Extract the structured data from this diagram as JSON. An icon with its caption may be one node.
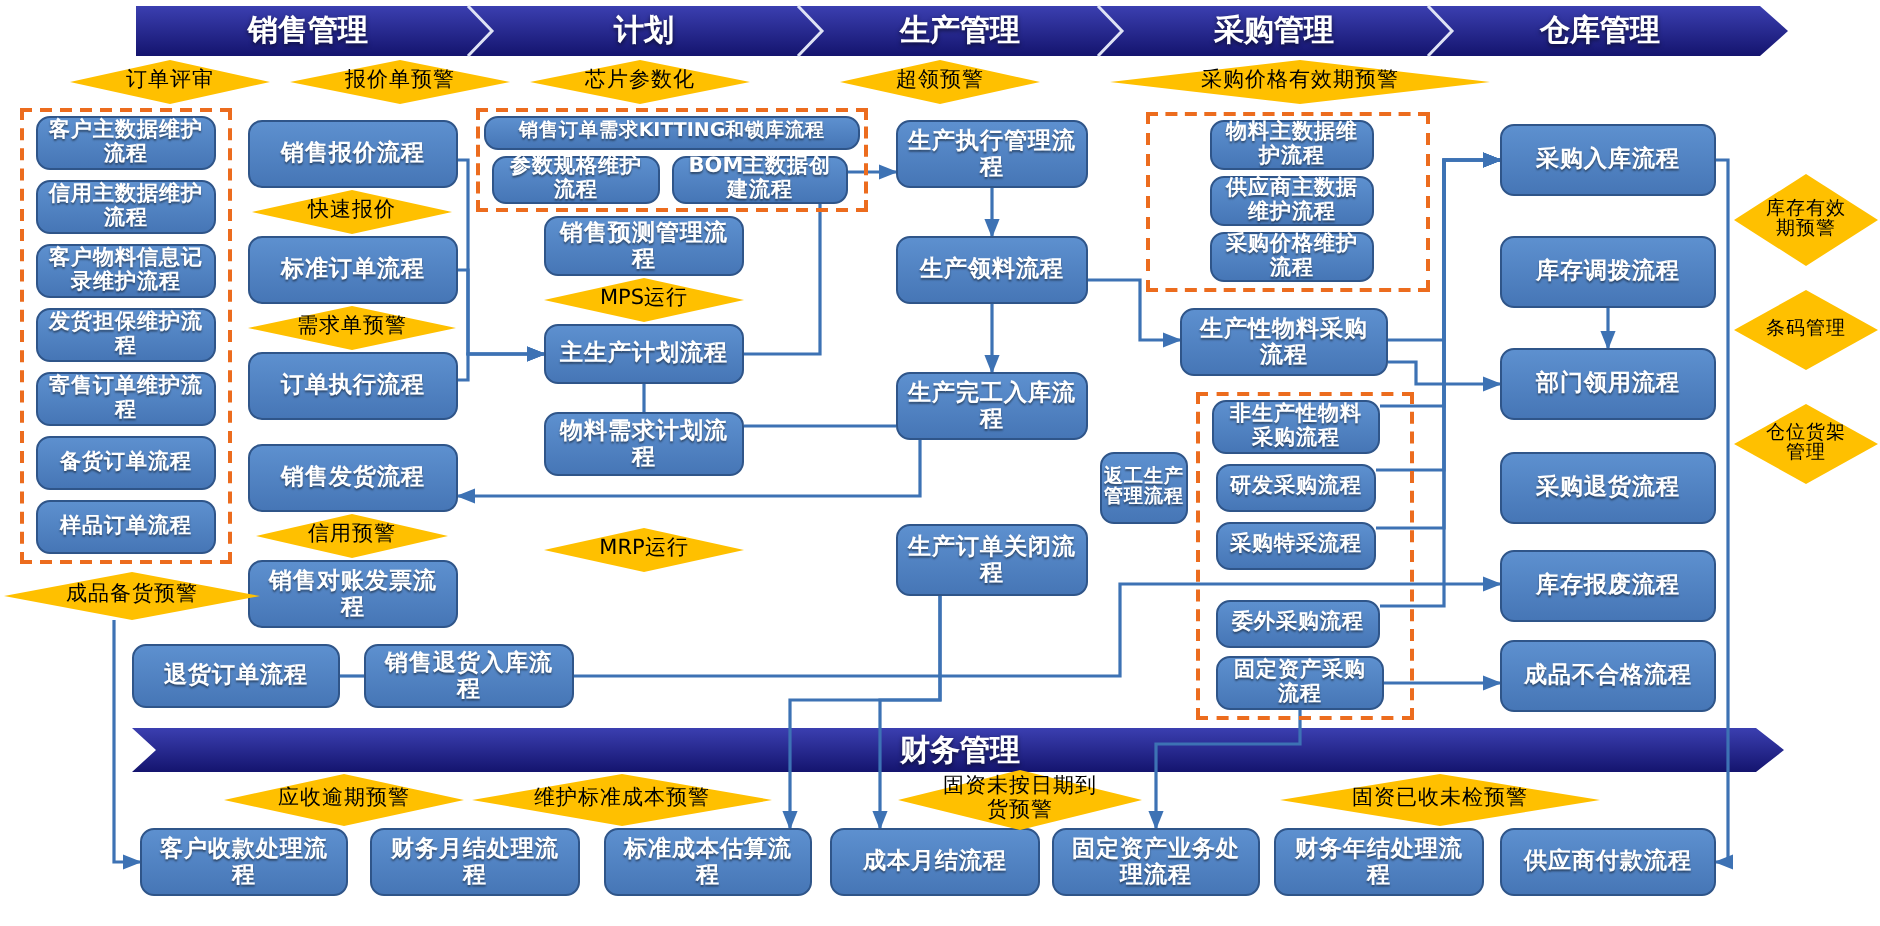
{
  "diagram": {
    "nodes": [
      {
        "text": [
          "销售管理"
        ]
      },
      {
        "text": [
          "计划"
        ]
      },
      {
        "text": [
          "生产管理"
        ]
      },
      {
        "text": [
          "采购管理"
        ]
      },
      {
        "text": [
          "仓库管理"
        ]
      },
      {
        "text": [],
        "shape": "box"
      },
      {
        "text": [
          "客户主数据维护流程"
        ],
        "in": 5
      },
      {
        "text": [
          "信用主数据维护流程"
        ],
        "in": 5
      },
      {
        "text": [
          "客户物料信息记录维护流程"
        ],
        "in": 5
      },
      {
        "text": [
          "发货担保维护流程"
        ],
        "in": 5
      },
      {
        "text": [
          "寄售订单维护流程"
        ],
        "in": 5
      },
      {
        "text": [
          "备货订单流程"
        ],
        "in": 5
      },
      {
        "text": [
          "样品订单流程"
        ],
        "in": 5
      },
      {
        "text": [],
        "shape": "box"
      },
      {
        "text": [
          "销售订单需求KITTING和锁库流程"
        ],
        "in": 13
      },
      {
        "text": [
          "参数规格维护流程"
        ],
        "in": 13
      },
      {
        "text": [
          "BOM主数据创建流程"
        ],
        "in": 13
      },
      {
        "text": [
          "销售报价流程"
        ]
      },
      {
        "text": [
          "标准订单流程"
        ]
      },
      {
        "text": [
          "订单执行流程"
        ]
      },
      {
        "text": [
          "销售发货流程"
        ]
      },
      {
        "text": [
          "销售对账发票流程"
        ]
      },
      {
        "text": [
          "退货订单流程"
        ]
      },
      {
        "text": [
          "销售退货入库流程"
        ]
      },
      {
        "text": [
          "销售预测管理流程"
        ]
      },
      {
        "text": [
          "主生产计划流程"
        ]
      },
      {
        "text": [
          "物料需求计划流程"
        ]
      },
      {
        "text": [
          "生产执行管理流程"
        ]
      },
      {
        "text": [
          "生产领料流程"
        ]
      },
      {
        "text": [
          "生产完工入库流程"
        ]
      },
      {
        "text": [
          "返工生产管理流程"
        ]
      },
      {
        "text": [
          "生产订单关闭流程"
        ]
      },
      {
        "text": [],
        "shape": "box"
      },
      {
        "text": [
          "物料主数据维护流程"
        ],
        "in": 32
      },
      {
        "text": [
          "供应商主数据维护流程"
        ],
        "in": 32
      },
      {
        "text": [
          "采购价格维护流程"
        ],
        "in": 32
      },
      {
        "text": [
          "生产性物料采购流程"
        ]
      },
      {
        "text": [],
        "shape": "box"
      },
      {
        "text": [
          "非生产性物料采购流程"
        ],
        "in": 37
      },
      {
        "text": [
          "研发采购流程"
        ],
        "in": 37
      },
      {
        "text": [
          "采购特采流程"
        ],
        "in": 37
      },
      {
        "text": [
          "委外采购流程"
        ],
        "in": 37
      },
      {
        "text": [
          "固定资产采购流程"
        ],
        "in": 37
      },
      {
        "text": [
          "采购入库流程"
        ]
      },
      {
        "text": [
          "库存调拨流程"
        ]
      },
      {
        "text": [
          "部门领用流程"
        ]
      },
      {
        "text": [
          "采购退货流程"
        ]
      },
      {
        "text": [
          "库存报废流程"
        ]
      },
      {
        "text": [
          "成品不合格流程"
        ]
      },
      {
        "text": [
          "财务管理"
        ]
      },
      {
        "text": [
          "客户收款处理流程"
        ]
      },
      {
        "text": [
          "财务月结处理流程"
        ]
      },
      {
        "text": [
          "标准成本估算流程"
        ]
      },
      {
        "text": [
          "成本月结流程"
        ]
      },
      {
        "text": [
          "固定资产业务处理流程"
        ]
      },
      {
        "text": [
          "财务年结处理流程"
        ]
      },
      {
        "text": [
          "供应商付款流程"
        ]
      },
      {
        "text": [
          "订单评审"
        ]
      },
      {
        "text": [
          "报价单预警"
        ]
      },
      {
        "text": [
          "快速报价"
        ]
      },
      {
        "text": [
          "需求单预警"
        ]
      },
      {
        "text": [
          "芯片参数化"
        ]
      },
      {
        "text": [
          "采购价格有效期预警"
        ]
      },
      {
        "text": [
          "条码管理"
        ]
      },
      {
        "text": [
          "超领预警"
        ]
      },
      {
        "text": [
          "MPS运行"
        ]
      },
      {
        "text": [
          "MRP运行"
        ]
      },
      {
        "text": [
          "库存有效期预警"
        ]
      },
      {
        "text": [
          "仓位货架管理"
        ]
      },
      {
        "text": [
          "信用预警"
        ]
      },
      {
        "text": [
          "成品备货预警"
        ]
      },
      {
        "text": [
          "应收逾期预警"
        ]
      },
      {
        "text": [
          "维护标准成本预警"
        ]
      },
      {
        "text": [
          "固资已收未检预警"
        ]
      },
      {
        "text": [
          "固资未按日期到货预警"
        ]
      }
    ],
    "edges": [
      {
        "from": 17,
        "to": 25,
        "arrow": "to"
      },
      {
        "from": 18,
        "to": 25,
        "arrow": "to"
      },
      {
        "from": 19,
        "to": 25,
        "arrow": "to"
      },
      {
        "from": 25,
        "to": 16,
        "arrow": "none"
      },
      {
        "from": 16,
        "to": 27,
        "arrow": "to"
      },
      {
        "from": 27,
        "to": 28,
        "arrow": "to"
      },
      {
        "from": 28,
        "to": 29,
        "arrow": "to"
      },
      {
        "from": 25,
        "to": 26,
        "arrow": "none"
      },
      {
        "from": 26,
        "to": 29,
        "arrow": "none"
      },
      {
        "from": 28,
        "to": 36,
        "arrow": "to"
      },
      {
        "from": 36,
        "to": 43,
        "arrow": "to"
      },
      {
        "from": 38,
        "to": 43,
        "arrow": "to"
      },
      {
        "from": 39,
        "to": 43,
        "arrow": "to"
      },
      {
        "from": 40,
        "to": 43,
        "arrow": "to"
      },
      {
        "from": 41,
        "to": 43,
        "arrow": "to"
      },
      {
        "from": 36,
        "to": 45,
        "arrow": "to"
      },
      {
        "from": 29,
        "to": 20,
        "arrow": "to"
      },
      {
        "from": 23,
        "to": 47,
        "arrow": "to"
      },
      {
        "from": 22,
        "to": 23,
        "arrow": "none"
      },
      {
        "from": 42,
        "to": 48,
        "arrow": "to"
      },
      {
        "from": 42,
        "to": 54,
        "arrow": "to"
      },
      {
        "from": 31,
        "to": 52,
        "arrow": "to"
      },
      {
        "from": 31,
        "to": 53,
        "arrow": "to"
      },
      {
        "from": 70,
        "to": 50,
        "arrow": "to"
      },
      {
        "from": 43,
        "to": 56,
        "arrow": "to"
      },
      {
        "from": 44,
        "to": 45,
        "arrow": "to"
      }
    ]
  }
}
